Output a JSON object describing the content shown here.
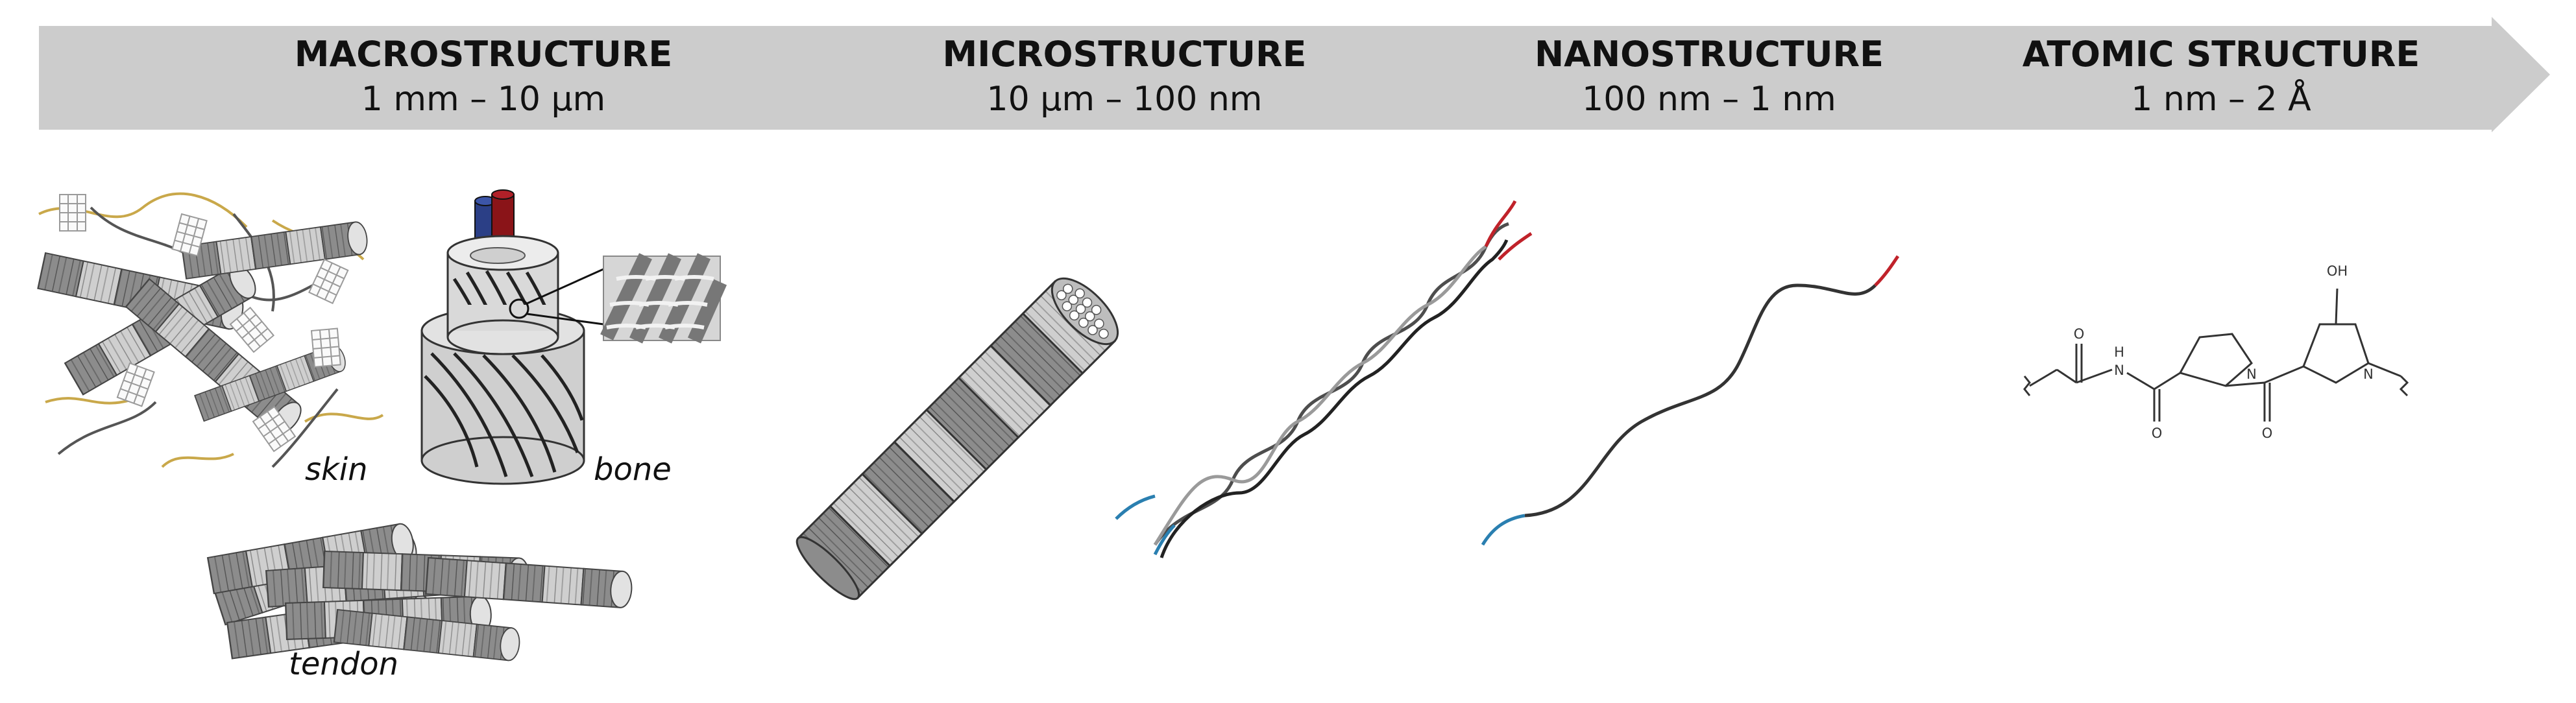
{
  "scale_arrow": {
    "levels": [
      {
        "title": "MACROSTRUCTURE",
        "range": "1 mm – 10 µm"
      },
      {
        "title": "MICROSTRUCTURE",
        "range": "10 µm – 100 nm"
      },
      {
        "title": "NANOSTRUCTURE",
        "range": "100 nm – 1 nm"
      },
      {
        "title": "ATOMIC STRUCTURE",
        "range": "1 nm – 2 Å"
      }
    ]
  },
  "macro": {
    "captions": {
      "skin": "skin",
      "bone": "bone",
      "tendon": "tendon"
    }
  },
  "atomic": {
    "labels": {
      "oh": "OH",
      "o1": "O",
      "o2": "O",
      "o3": "O",
      "nh": "H",
      "n1": "N",
      "n2": "N",
      "n3": "N"
    }
  },
  "colors": {
    "arrow": "#cccccc",
    "fiber_dark": "#7a7a7a",
    "fiber_light": "#c8c8c8",
    "strand_red": "#c0222a",
    "strand_blue": "#2a7fb0",
    "strand_dark": "#333333",
    "elastin": "#c9a84a",
    "vessel_blue": "#2b3f86",
    "vessel_red": "#8a1418"
  },
  "icons": [
    "scale-arrow",
    "collagen-fibril-icon",
    "triple-helix-icon",
    "alpha-chain-icon",
    "tripeptide-structure-icon"
  ]
}
